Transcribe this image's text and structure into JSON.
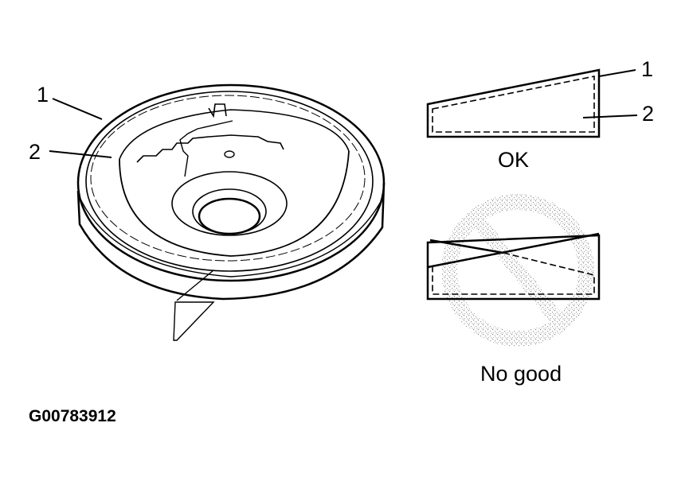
{
  "callouts": {
    "piston_outer": "1",
    "piston_inner": "2",
    "ok_outer": "1",
    "ok_inner": "2"
  },
  "captions": {
    "ok": "OK",
    "no_good": "No good"
  },
  "figure_code": "G00783912",
  "icons": {
    "prohibited": "no-sign-icon"
  }
}
